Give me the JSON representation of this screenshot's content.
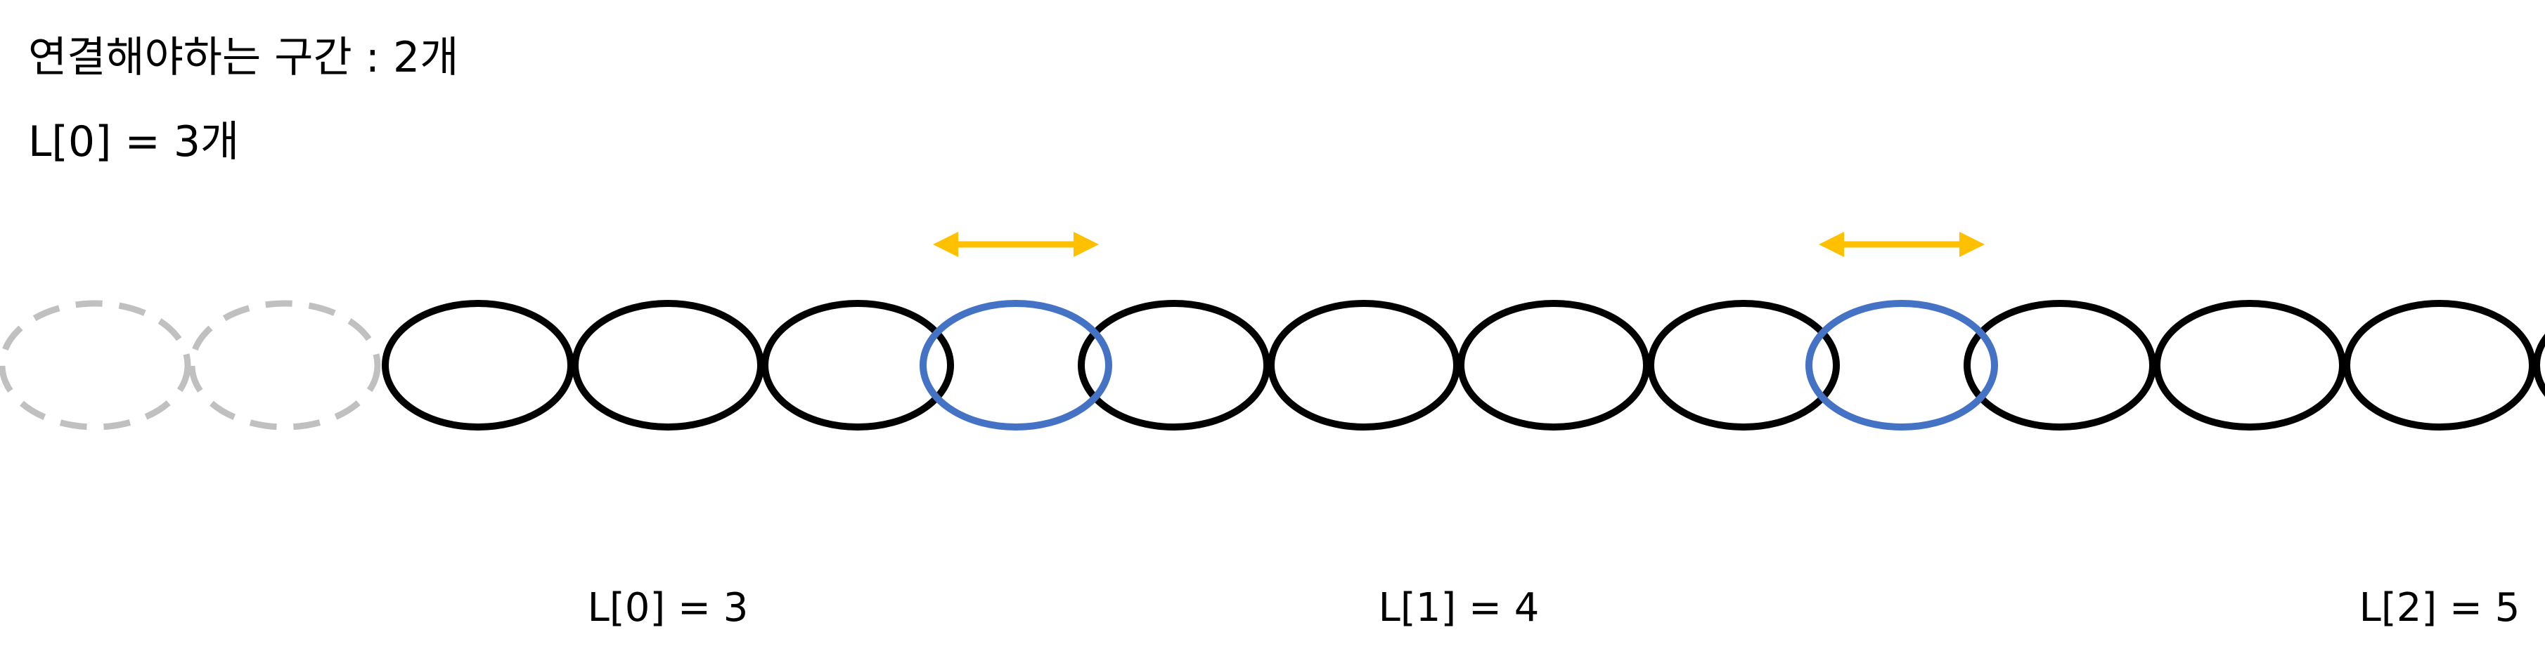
{
  "texts": {
    "title": "연결해야하는 구간 : 2개",
    "subtitle": "L[0] = 3개"
  },
  "chains": [
    {
      "label": "L[0] = 3",
      "count": 3
    },
    {
      "label": "L[1] = 4",
      "count": 4
    },
    {
      "label": "L[2] = 5",
      "count": 5
    }
  ],
  "removed_links": 2,
  "connections": 2,
  "colors": {
    "link": "#000000",
    "connector_link": "#4472C4",
    "removed_link": "#C0C0C0",
    "arrow": "#FFC000"
  }
}
